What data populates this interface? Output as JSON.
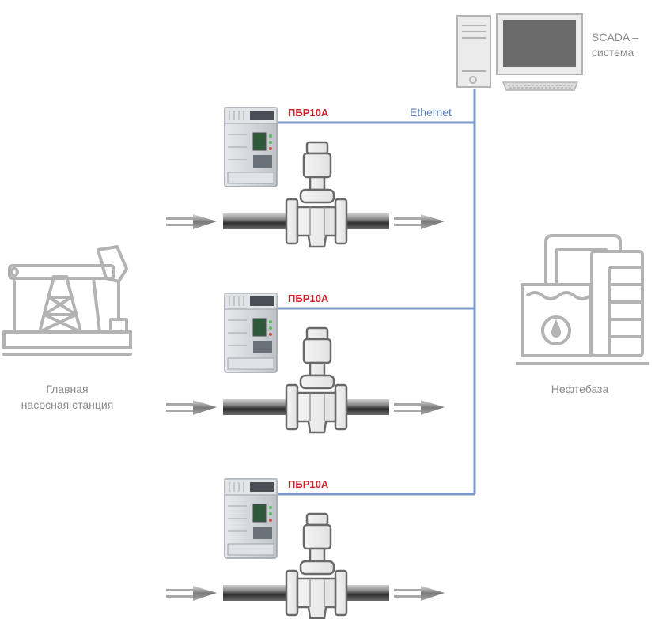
{
  "colors": {
    "network_line": "#7b99c8",
    "label_red": "#d0202c",
    "label_gray": "#8a8a8a",
    "icon_gray": "#b3b3b3"
  },
  "scada": {
    "label_line1": "SCADA –",
    "label_line2": "система",
    "icon": "computer-icon"
  },
  "network": {
    "label": "Ethernet"
  },
  "pump_station": {
    "label_line1": "Главная",
    "label_line2": "насосная станция",
    "icon": "oil-pumpjack-icon"
  },
  "oil_depot": {
    "label": "Нефтебаза",
    "icon": "oil-tank-icon"
  },
  "units": [
    {
      "controller_label": "ПБР10А"
    },
    {
      "controller_label": "ПБР10А"
    },
    {
      "controller_label": "ПБР10А"
    }
  ]
}
